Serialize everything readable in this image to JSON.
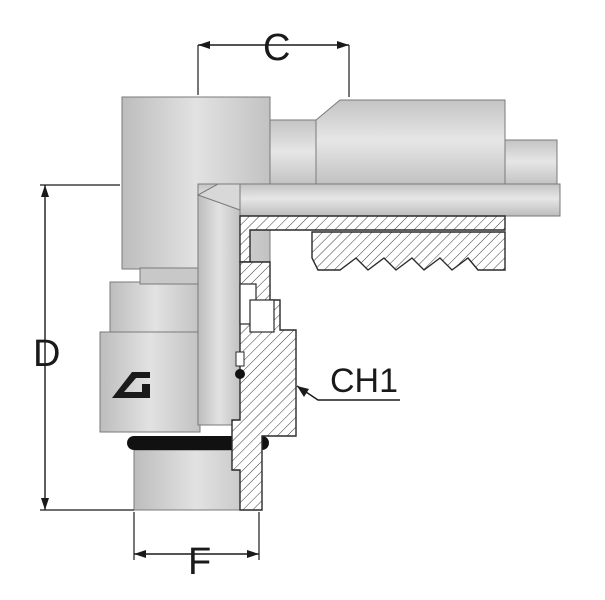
{
  "dimensions": {
    "c_label": "C",
    "d_label": "D",
    "f_label": "F",
    "ch1_label": "CH1"
  },
  "logo": "G"
}
